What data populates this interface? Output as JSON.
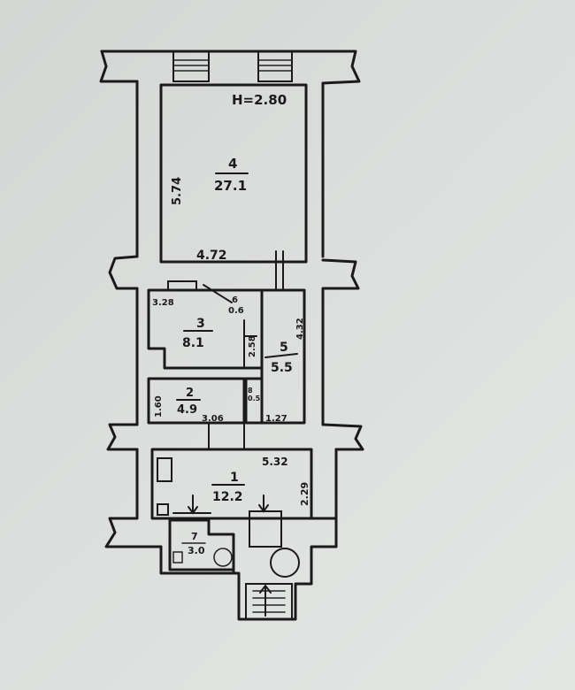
{
  "height_label": "H=2.80",
  "rooms": [
    {
      "number": "4",
      "area": "27.1"
    },
    {
      "number": "3",
      "area": "8.1"
    },
    {
      "number": "5",
      "area": "5.5"
    },
    {
      "number": "2",
      "area": "4.9"
    },
    {
      "number": "1",
      "area": "12.2"
    },
    {
      "number": "7",
      "area": "3.0"
    },
    {
      "number": "6",
      "area": "0.6"
    }
  ],
  "dimensions": {
    "room4_height": "5.74",
    "room4_width": "4.72",
    "room3_width": "3.28",
    "room3_side": "2.58",
    "room5_height": "4.32",
    "room2_height": "1.60",
    "room2_width": "3.06",
    "small_width": "1.27",
    "room1_width": "5.32",
    "room1_height": "2.29"
  },
  "small_cell_label": "8\n0.5",
  "room6_label": "6"
}
